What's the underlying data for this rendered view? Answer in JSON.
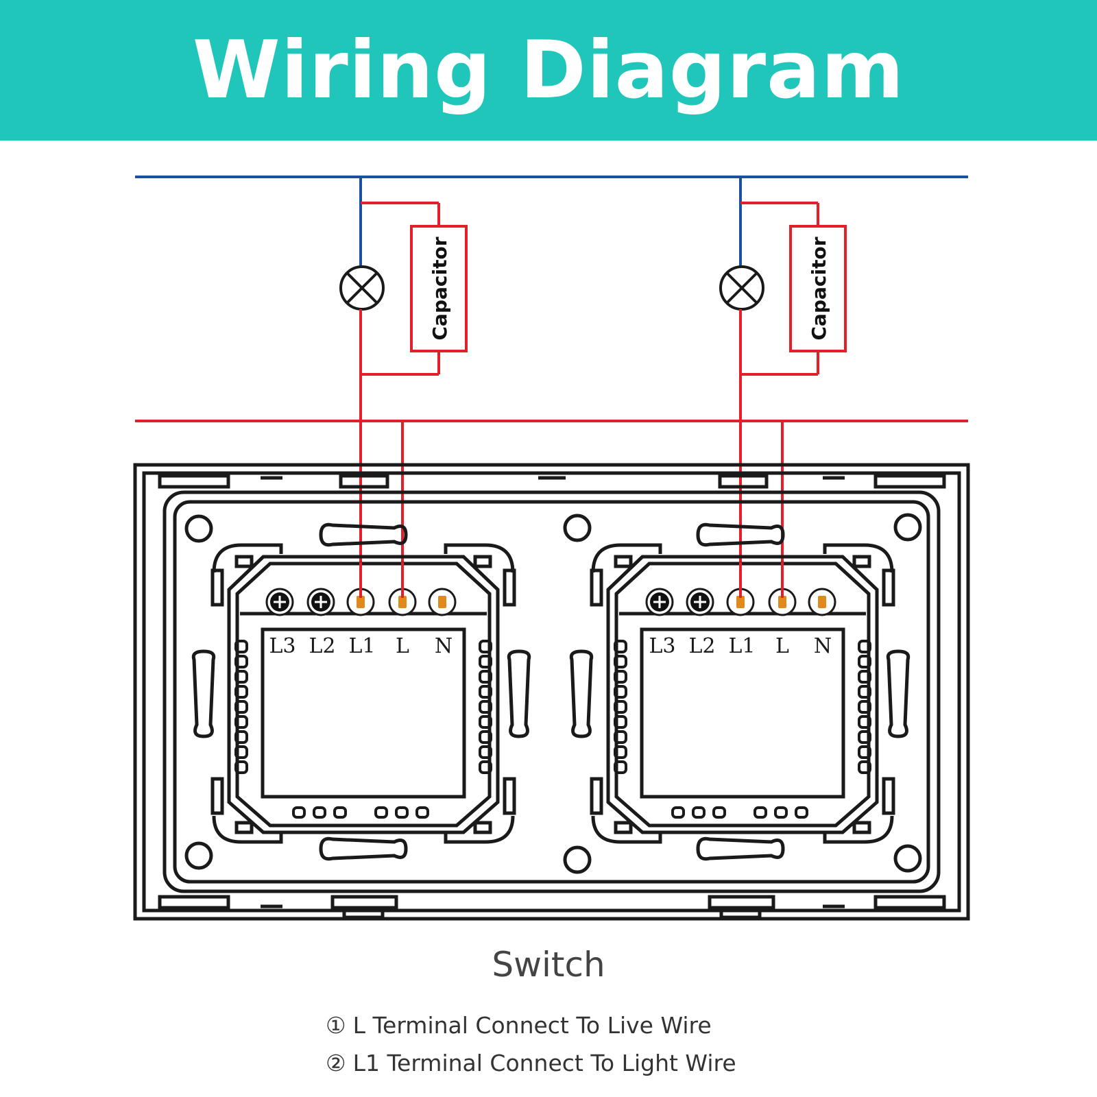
{
  "header": {
    "title": "Wiring Diagram",
    "background": "#21c6bb"
  },
  "capacitor_label": "Capacitor",
  "terminal_labels": [
    "L3",
    "L2",
    "L1",
    "L",
    "N"
  ],
  "caption": "Switch",
  "notes": [
    {
      "num": "①",
      "text": "L Terminal Connect To Live Wire"
    },
    {
      "num": "②",
      "text": "L1 Terminal Connect To Light Wire"
    }
  ],
  "colors": {
    "neutral_wire": "#1b4fa0",
    "live_wire": "#e3202a",
    "outline": "#1a1a1a",
    "terminal_brass": "#e08a1e"
  }
}
